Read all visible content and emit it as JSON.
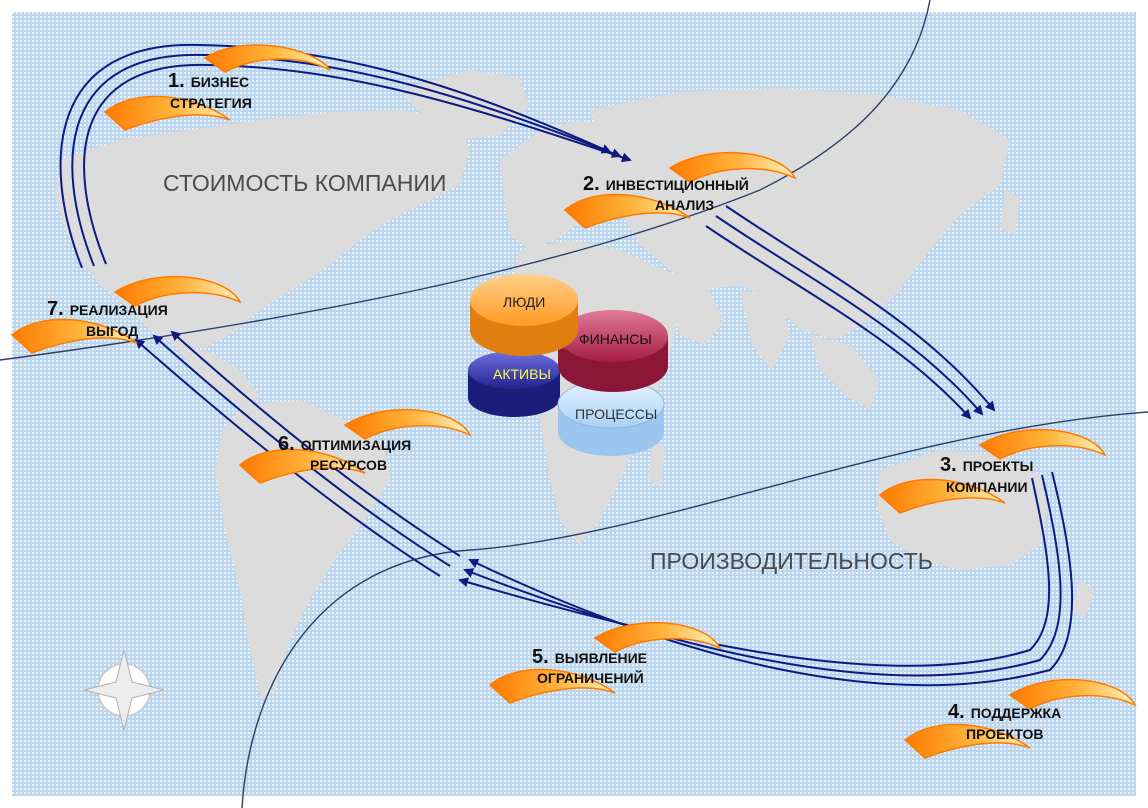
{
  "regions": {
    "company_value": "СТОИМОСТЬ КОМПАНИИ",
    "productivity": "ПРОИЗВОДИТЕЛЬНОСТЬ"
  },
  "steps": [
    {
      "num": "1.",
      "line1": "БИЗНЕС",
      "line2": "СТРАТЕГИЯ"
    },
    {
      "num": "2.",
      "line1": "ИНВЕСТИЦИОННЫЙ",
      "line2": "АНАЛИЗ"
    },
    {
      "num": "3.",
      "line1": "ПРОЕКТЫ",
      "line2": "КОМПАНИИ"
    },
    {
      "num": "4.",
      "line1": "ПОДДЕРЖКА",
      "line2": "ПРОЕКТОВ"
    },
    {
      "num": "5.",
      "line1": "ВЫЯВЛЕНИЕ",
      "line2": "ОГРАНИЧЕНИЙ"
    },
    {
      "num": "6.",
      "line1": "ОПТИМИЗАЦИЯ",
      "line2": "РЕСУРСОВ"
    },
    {
      "num": "7.",
      "line1": "РЕАЛИЗАЦИЯ",
      "line2": "ВЫГОД"
    }
  ],
  "discs": {
    "people": "ЛЮДИ",
    "finance": "ФИНАНСЫ",
    "assets": "АКТИВЫ",
    "processes": "ПРОЦЕССЫ"
  },
  "colors": {
    "ocean": "#bcd6ee",
    "land": "#dcdcdc",
    "arrow": "#0d1a80",
    "swoosh_outer": "#ff8a00",
    "swoosh_inner": "#ffe9a8",
    "people_disc": "#ffa640",
    "finance_disc": "#b8234e",
    "assets_disc": "#2a2aa0",
    "processes_disc": "#bfe0ff",
    "assets_label": "#ffff40"
  }
}
